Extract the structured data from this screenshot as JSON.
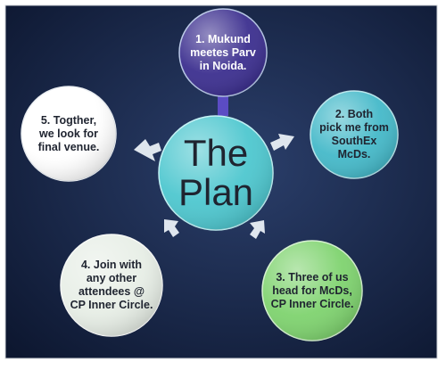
{
  "center": {
    "line1": "The",
    "line2": "Plan"
  },
  "steps": [
    {
      "label": "1. Mukund meetes Parv in Noida.",
      "lines": [
        "1. Mukund",
        "meetes Parv",
        "in Noida."
      ],
      "fill": "#3c2f8f",
      "text_color": "#ffffff"
    },
    {
      "label": "2. Both pick me from SouthEx McDs.",
      "lines": [
        "2. Both",
        "pick me from",
        "SouthEx",
        "McDs."
      ],
      "fill": "#45b9c9",
      "text_color": "#1f2430"
    },
    {
      "label": "3. Three of us head for McDs, CP Inner Circle.",
      "lines": [
        "3. Three of us",
        "head for McDs,",
        "CP Inner Circle."
      ],
      "fill": "#7fd36f",
      "text_color": "#1f2430"
    },
    {
      "label": "4. Join with any other attendees @ CP Inner Circle.",
      "lines": [
        "4. Join with",
        "any other",
        "attendees @",
        "CP Inner Circle."
      ],
      "fill": "#e7eee6",
      "text_color": "#1f2430"
    },
    {
      "label": "5. Togther, we look for final venue.",
      "lines": [
        "5. Togther,",
        "we look for",
        "final venue."
      ],
      "fill": "#ffffff",
      "text_color": "#1f2430"
    }
  ],
  "colors": {
    "background": "#111d3a",
    "center_fill": "#4ec7cf",
    "arrow": "#dfe6ee",
    "arrow_top": "#5b4cc4"
  }
}
